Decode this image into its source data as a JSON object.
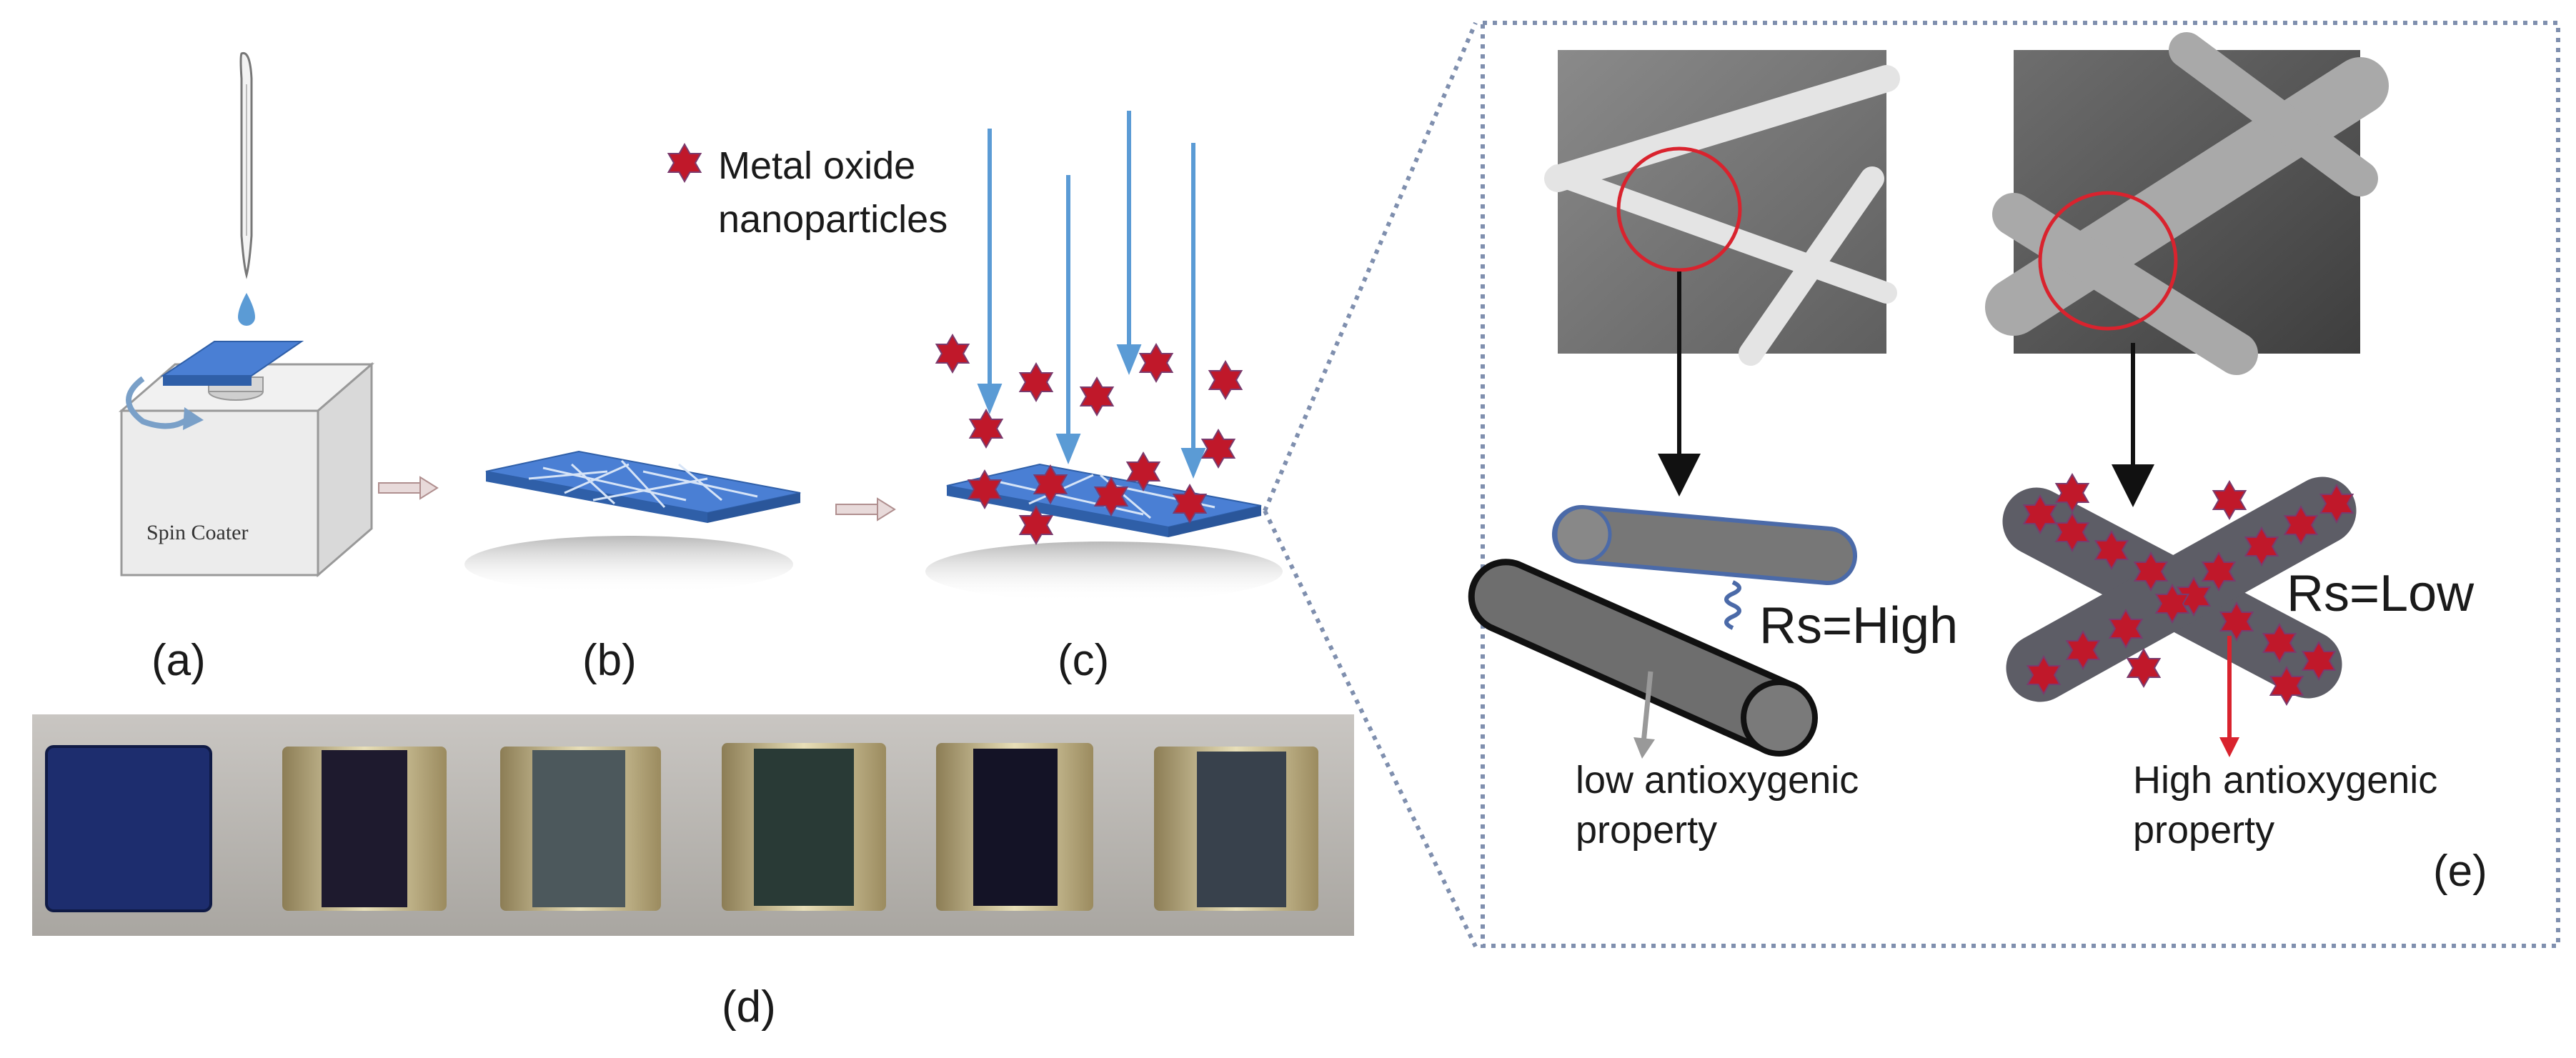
{
  "panels": {
    "a": {
      "label": "(a)",
      "spin_coater_label": "Spin Coater"
    },
    "b": {
      "label": "(b)"
    },
    "c": {
      "label": "(c)",
      "legend_text_line1": "Metal oxide",
      "legend_text_line2": "nanoparticles"
    },
    "d": {
      "label": "(d)"
    },
    "e": {
      "label": "(e)",
      "left": {
        "resistance": "Rs=High",
        "property_line1": "low antioxygenic",
        "property_line2": "property"
      },
      "right": {
        "resistance": "Rs=Low",
        "property_line1": "High antioxygenic",
        "property_line2": "property"
      }
    }
  },
  "colors": {
    "substrate_blue": "#4a7fd4",
    "arrow_blue": "#5b9bd5",
    "nanoparticle_red": "#c0182a",
    "dotted_border": "#7f8fae",
    "wire_gray": "#6e6e6e",
    "highlight_red": "#d9232e"
  }
}
